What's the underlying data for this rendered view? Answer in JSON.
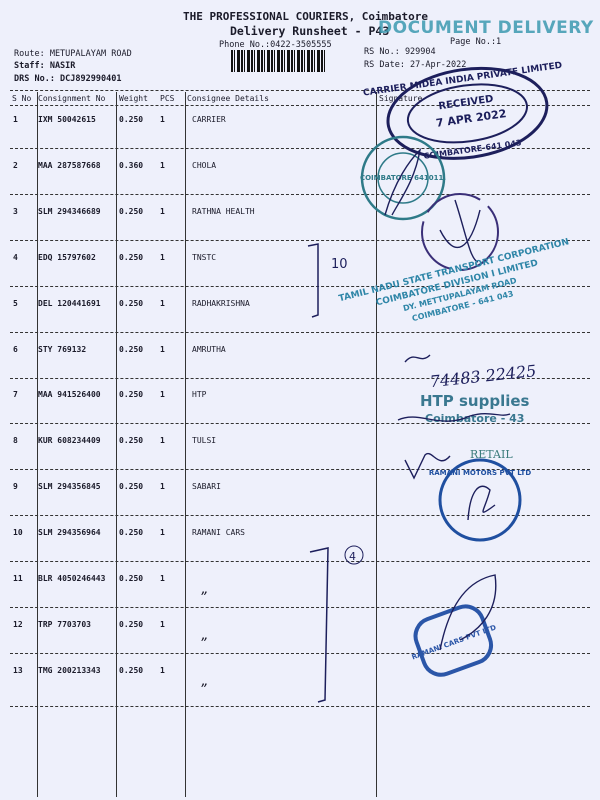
{
  "header": {
    "company": "THE PROFESSIONAL COURIERS, Coimbatore",
    "title": "Delivery Runsheet - P43",
    "phone": "Phone No.:0422-3505555",
    "page_no": "Page No.:1",
    "stamp_document_delivery": "DOCUMENT DELIVERY",
    "route": "Route: METUPALAYAM ROAD",
    "staff": "Staff: NASIR",
    "drs_no": "DRS No.: DCJ892990401",
    "rs_no": "RS No.: 929904",
    "rs_date": "RS Date: 27-Apr-2022"
  },
  "table": {
    "columns": [
      "S No",
      "Consignment No",
      "Weight",
      "PCS",
      "Consignee Details",
      "Signature"
    ],
    "rows": [
      {
        "sno": "1",
        "consignment": "IXM 50042615",
        "weight": "0.250",
        "pcs": "1",
        "consignee": "CARRIER"
      },
      {
        "sno": "2",
        "consignment": "MAA 287587668",
        "weight": "0.360",
        "pcs": "1",
        "consignee": "CHOLA"
      },
      {
        "sno": "3",
        "consignment": "SLM 294346689",
        "weight": "0.250",
        "pcs": "1",
        "consignee": "RATHNA HEALTH"
      },
      {
        "sno": "4",
        "consignment": "EDQ 15797602",
        "weight": "0.250",
        "pcs": "1",
        "consignee": "TNSTC"
      },
      {
        "sno": "5",
        "consignment": "DEL 120441691",
        "weight": "0.250",
        "pcs": "1",
        "consignee": "RADHAKRISHNA"
      },
      {
        "sno": "6",
        "consignment": "STY 769132",
        "weight": "0.250",
        "pcs": "1",
        "consignee": "AMRUTHA"
      },
      {
        "sno": "7",
        "consignment": "MAA 941526400",
        "weight": "0.250",
        "pcs": "1",
        "consignee": "HTP"
      },
      {
        "sno": "8",
        "consignment": "KUR 608234409",
        "weight": "0.250",
        "pcs": "1",
        "consignee": "TULSI"
      },
      {
        "sno": "9",
        "consignment": "SLM 294356845",
        "weight": "0.250",
        "pcs": "1",
        "consignee": "SABARI"
      },
      {
        "sno": "10",
        "consignment": "SLM 294356964",
        "weight": "0.250",
        "pcs": "1",
        "consignee": "RAMANI CARS"
      },
      {
        "sno": "11",
        "consignment": "BLR 4050246443",
        "weight": "0.250",
        "pcs": "1",
        "consignee": "”"
      },
      {
        "sno": "12",
        "consignment": "TRP 7703703",
        "weight": "0.250",
        "pcs": "1",
        "consignee": "”"
      },
      {
        "sno": "13",
        "consignment": "TMG 200213343",
        "weight": "0.250",
        "pcs": "1",
        "consignee": "”"
      }
    ]
  },
  "annotations": {
    "bracket_1_count": "10",
    "bracket_2_count": "4",
    "handwritten_row6": "74483 22425"
  },
  "stamps": {
    "carrier_top": "CARRIER MIDEA INDIA PRIVATE LIMITED",
    "carrier_mid": "RECEIVED",
    "carrier_date": "7 APR 2022",
    "carrier_bottom": "COIMBATORE-641 043",
    "chola": "COIMBATORE 641011.",
    "tnstc_1": "TAMIL NADU STATE TRANSPORT CORPORATION",
    "tnstc_2": "COIMBATORE DIVISION I LIMITED",
    "tnstc_3": "DY. METTUPALAYAM ROAD",
    "tnstc_4": "COIMBATORE - 641 043",
    "htp_1": "HTP supplies",
    "htp_2": "Coimbatore - 43",
    "tulsi": "RETAIL",
    "sabari": "RAMANI MOTORS PVT LTD",
    "ramani_cars": "RAMANI CARS PVT LTD"
  }
}
